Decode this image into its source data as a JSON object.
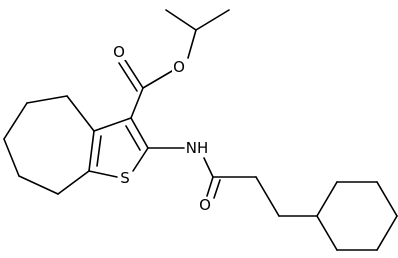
{
  "atoms": {
    "ester_carbonyl_oxygen": "O",
    "ester_ether_oxygen": "O",
    "amide_nitrogen": "NH",
    "thiophene_sulfur": "S",
    "amide_carbonyl_oxygen": "O"
  }
}
